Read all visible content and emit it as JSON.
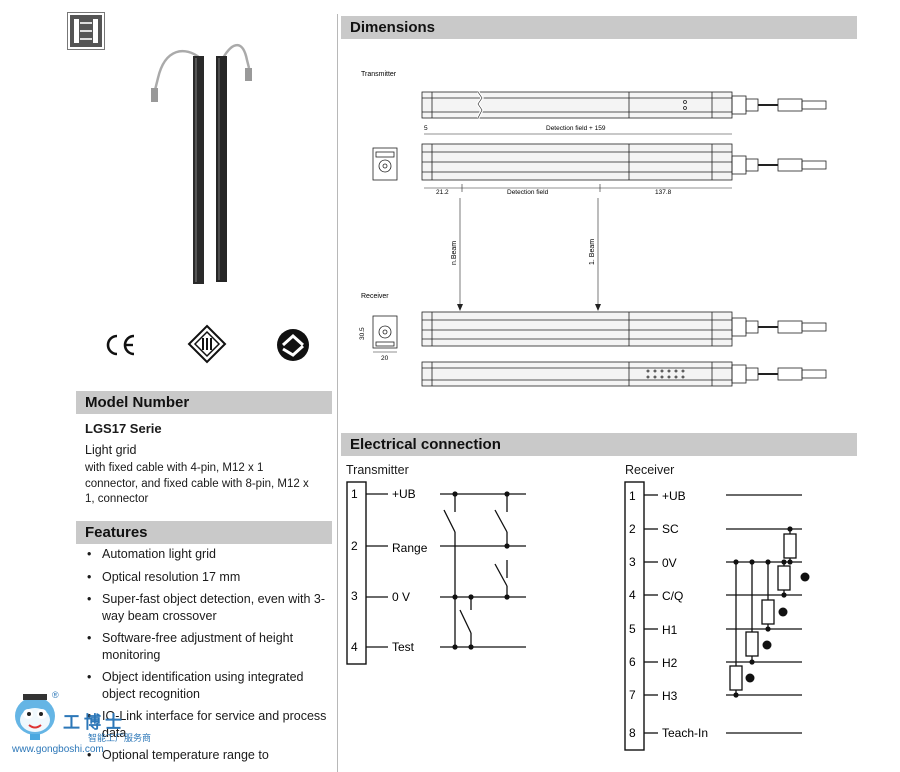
{
  "left": {
    "model_number_heading": "Model Number",
    "model_title": "LGS17 Serie",
    "model_subtitle": "Light grid",
    "model_description": "with fixed cable with 4-pin, M12  x 1 connector, and fixed cable with 8-pin, M12 x 1, connector",
    "features_heading": "Features",
    "features": [
      "Automation light grid",
      "Optical resolution 17 mm",
      "Super-fast object detection, even with 3-way beam crossover",
      "Software-free adjustment of height monitoring",
      "Object identification using integrated object recognition",
      "IO-Link interface for service and process data",
      "Optional temperature range to"
    ],
    "cert_icons": [
      "ce-mark-icon",
      "class-iii-icon",
      "pepperl-fuchs-logo-icon"
    ]
  },
  "dimensions": {
    "heading": "Dimensions",
    "transmitter_label": "Transmitter",
    "receiver_label": "Receiver",
    "detection_field_plus": "Detection field + 159",
    "detection_field": "Detection field",
    "dim_5": "5",
    "dim_21_2": "21.2",
    "dim_137_8": "137.8",
    "n_beam": "n.Beam",
    "first_beam": "1. Beam",
    "dim_30_5": "30.5",
    "dim_20": "20"
  },
  "electrical": {
    "heading": "Electrical connection",
    "transmitter_label": "Transmitter",
    "receiver_label": "Receiver",
    "transmitter_pins": [
      {
        "num": "1",
        "name": "+UB"
      },
      {
        "num": "2",
        "name": "Range"
      },
      {
        "num": "3",
        "name": "0 V"
      },
      {
        "num": "4",
        "name": "Test"
      }
    ],
    "receiver_pins": [
      {
        "num": "1",
        "name": "+UB"
      },
      {
        "num": "2",
        "name": "SC"
      },
      {
        "num": "3",
        "name": "0V"
      },
      {
        "num": "4",
        "name": "C/Q"
      },
      {
        "num": "5",
        "name": "H1"
      },
      {
        "num": "6",
        "name": "H2"
      },
      {
        "num": "7",
        "name": "H3"
      },
      {
        "num": "8",
        "name": "Teach-In"
      }
    ]
  },
  "watermark": {
    "brand": "工博士",
    "sub": "智能工厂服务商",
    "url": "www.gongboshi.com",
    "registered": "®"
  }
}
